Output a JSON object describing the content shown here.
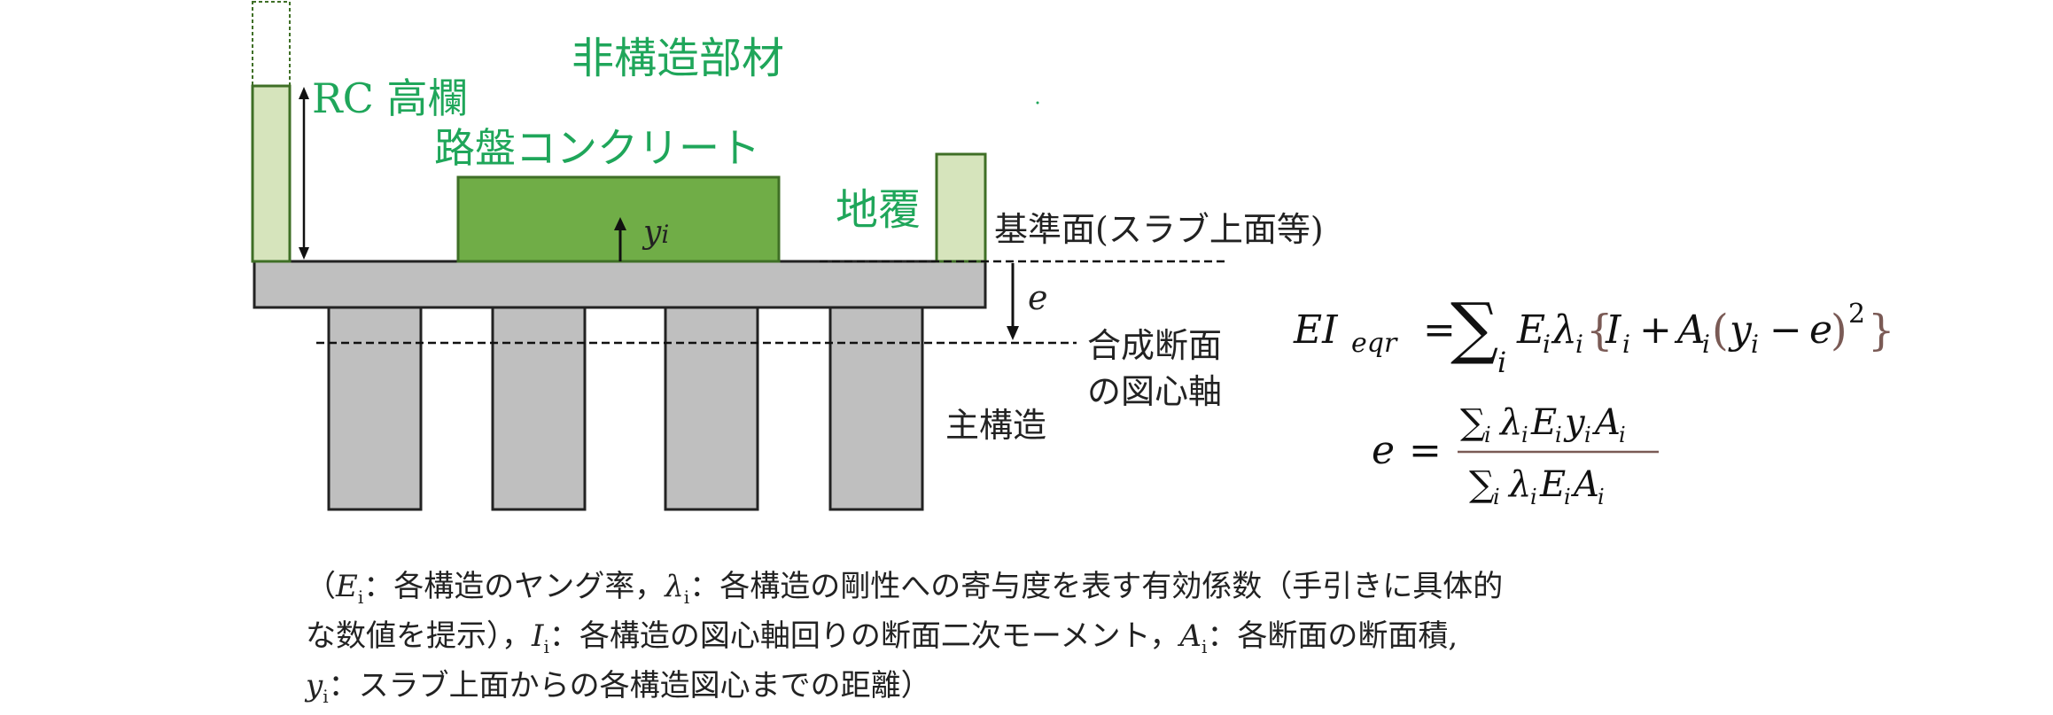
{
  "labels": {
    "nonstructural_title": "非構造部材",
    "parapet": "RC 高欄",
    "roadbed": "路盤コンクリート",
    "ground_cover": "地覆",
    "reference_plane": "基準面(スラブ上面等)",
    "composite_axis_line1": "合成断面",
    "composite_axis_line2": "の図心軸",
    "main_structure": "主構造",
    "yi_var": "y",
    "yi_sub": "i",
    "e_var": "e"
  },
  "formula1": {
    "lhs_base": "EI",
    "lhs_sub": "eqr",
    "equals": "=",
    "sum": "∑",
    "sum_index": "i",
    "term_E": "E",
    "term_lambda": "λ",
    "idx": "i",
    "open_brace": "{",
    "term_I": "I",
    "plus": "+",
    "term_A": "A",
    "open_paren": "(",
    "term_y": "y",
    "minus": "−",
    "term_e": "e",
    "close_paren": ")",
    "exponent": "2",
    "close_brace": "}"
  },
  "formula2": {
    "lhs": "e",
    "equals": "=",
    "num_sum": "∑",
    "num_sum_index": "i",
    "num_lambda": "λ",
    "num_E": "E",
    "num_y": "y",
    "num_A": "A",
    "den_sum": "∑",
    "den_sum_index": "i",
    "den_lambda": "λ",
    "den_E": "E",
    "den_A": "A",
    "idx": "i"
  },
  "caption": {
    "l1_open": "（",
    "l1_E": "E",
    "l1_E_sub": "i",
    "l1_text1": "：各構造のヤング率，",
    "l1_lambda": "λ",
    "l1_lambda_sub": "i",
    "l1_text2": "：各構造の剛性への寄与度を表す有効係数（手引きに具体的",
    "l2_text1": "な数値を提示），",
    "l2_I": "I",
    "l2_I_sub": "i",
    "l2_text2": "：各構造の図心軸回りの断面二次モーメント，",
    "l2_A": "A",
    "l2_A_sub": "i",
    "l2_text3": "：各断面の断面積,",
    "l3_y": "y",
    "l3_y_sub": "i",
    "l3_text1": "：スラブ上面からの各構造図心までの距離）"
  },
  "colors": {
    "green_text": "#1fa65a",
    "roadbed_fill": "#70ad47",
    "roadbed_stroke": "#3f6f26",
    "parapet_fill": "#d6e4bc",
    "parapet_stroke": "#3f6f26",
    "structure_fill": "#bfbfbf",
    "structure_stroke": "#222222",
    "brace_color": "#7a5a55"
  }
}
